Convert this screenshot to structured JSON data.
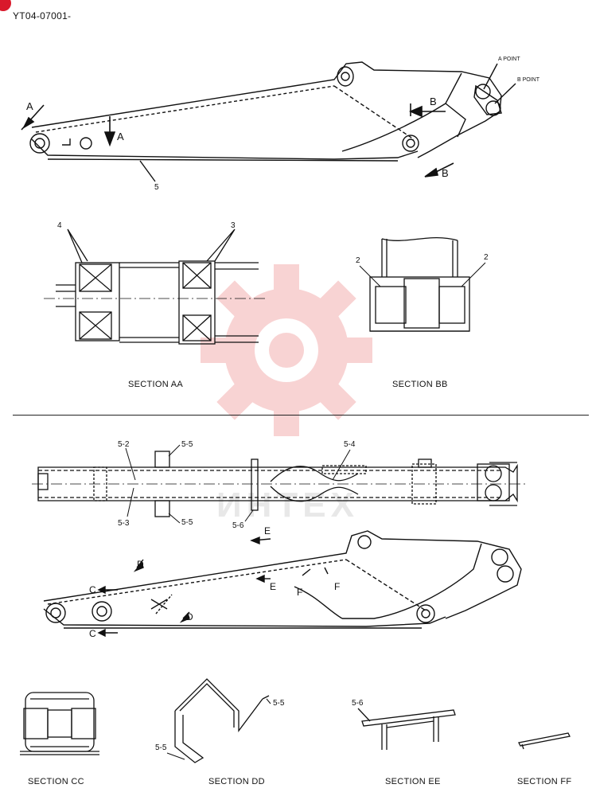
{
  "document_id": "YT04-07001-",
  "watermark_text": "ИНТЕХ",
  "colors": {
    "watermark_red": "#e23a3a",
    "accent_corner": "#d9192b",
    "line": "#111111"
  },
  "top_view": {
    "labels": {
      "section_a": "A",
      "section_b": "B",
      "a_point": "A POINT",
      "b_point": "B POINT",
      "part_5": "5"
    }
  },
  "sections_upper": {
    "aa": {
      "title": "SECTION AA",
      "part_4": "4",
      "part_3": "3"
    },
    "bb": {
      "title": "SECTION BB",
      "part_2_left": "2",
      "part_2_right": "2"
    }
  },
  "plan_view": {
    "labels": {
      "p5_2": "5-2",
      "p5_3": "5-3",
      "p5_5_top": "5-5",
      "p5_5_bottom": "5-5",
      "p5_4": "5-4",
      "p5_6": "5-6"
    }
  },
  "side_view": {
    "labels": {
      "c_top": "C",
      "c_bottom": "C",
      "d_top": "D",
      "d_bottom": "D",
      "e_top": "E",
      "e_mid": "E",
      "f_left": "F",
      "f_right": "F"
    }
  },
  "sections_lower": {
    "cc": {
      "title": "SECTION CC"
    },
    "dd": {
      "title": "SECTION DD",
      "p5_5_a": "5-5",
      "p5_5_b": "5-5"
    },
    "ee": {
      "title": "SECTION EE",
      "p5_6": "5-6"
    },
    "ff": {
      "title": "SECTION FF"
    }
  }
}
